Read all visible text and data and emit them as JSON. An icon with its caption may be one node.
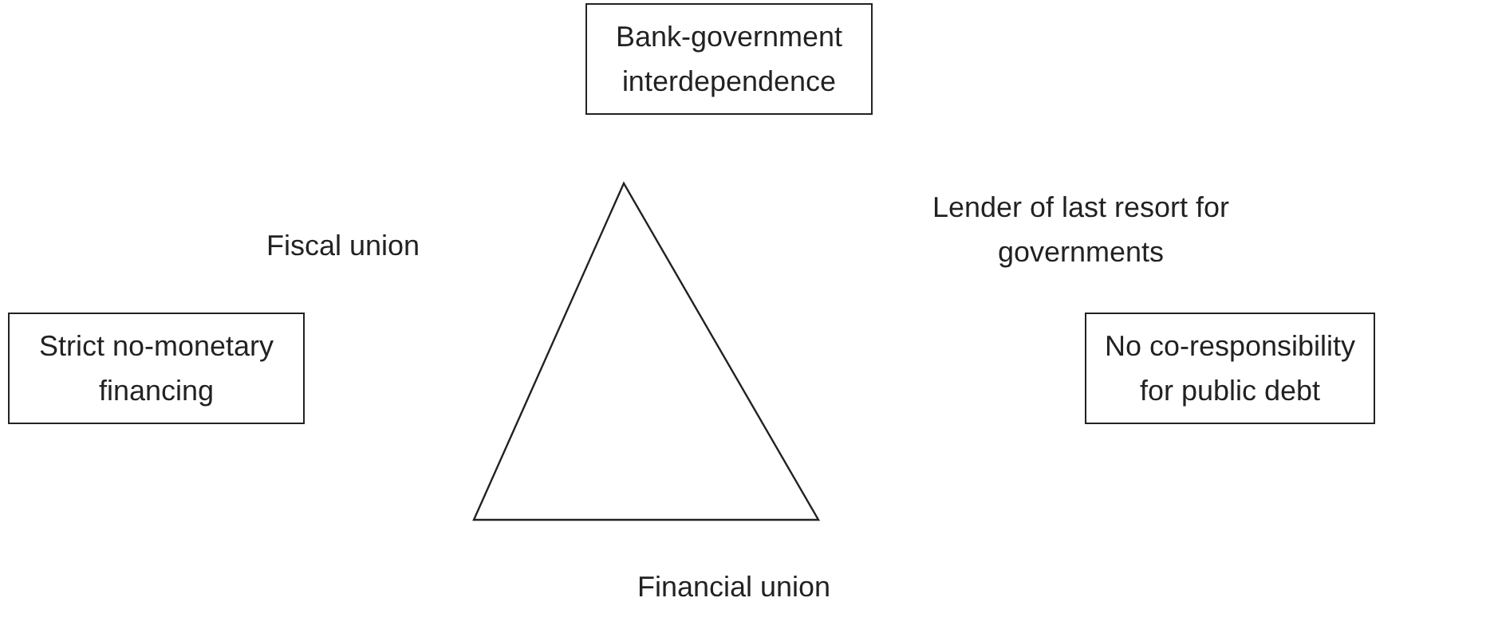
{
  "diagram": {
    "nodes": [
      {
        "text": [
          "Bank-government interdependence"
        ]
      },
      {
        "text": [
          "Strict no-monetary financing"
        ]
      },
      {
        "text": [
          "No co-responsibility for public debt"
        ]
      }
    ],
    "labels": [
      "Fiscal union",
      "Lender of last resort for governments",
      "Financial union"
    ]
  }
}
